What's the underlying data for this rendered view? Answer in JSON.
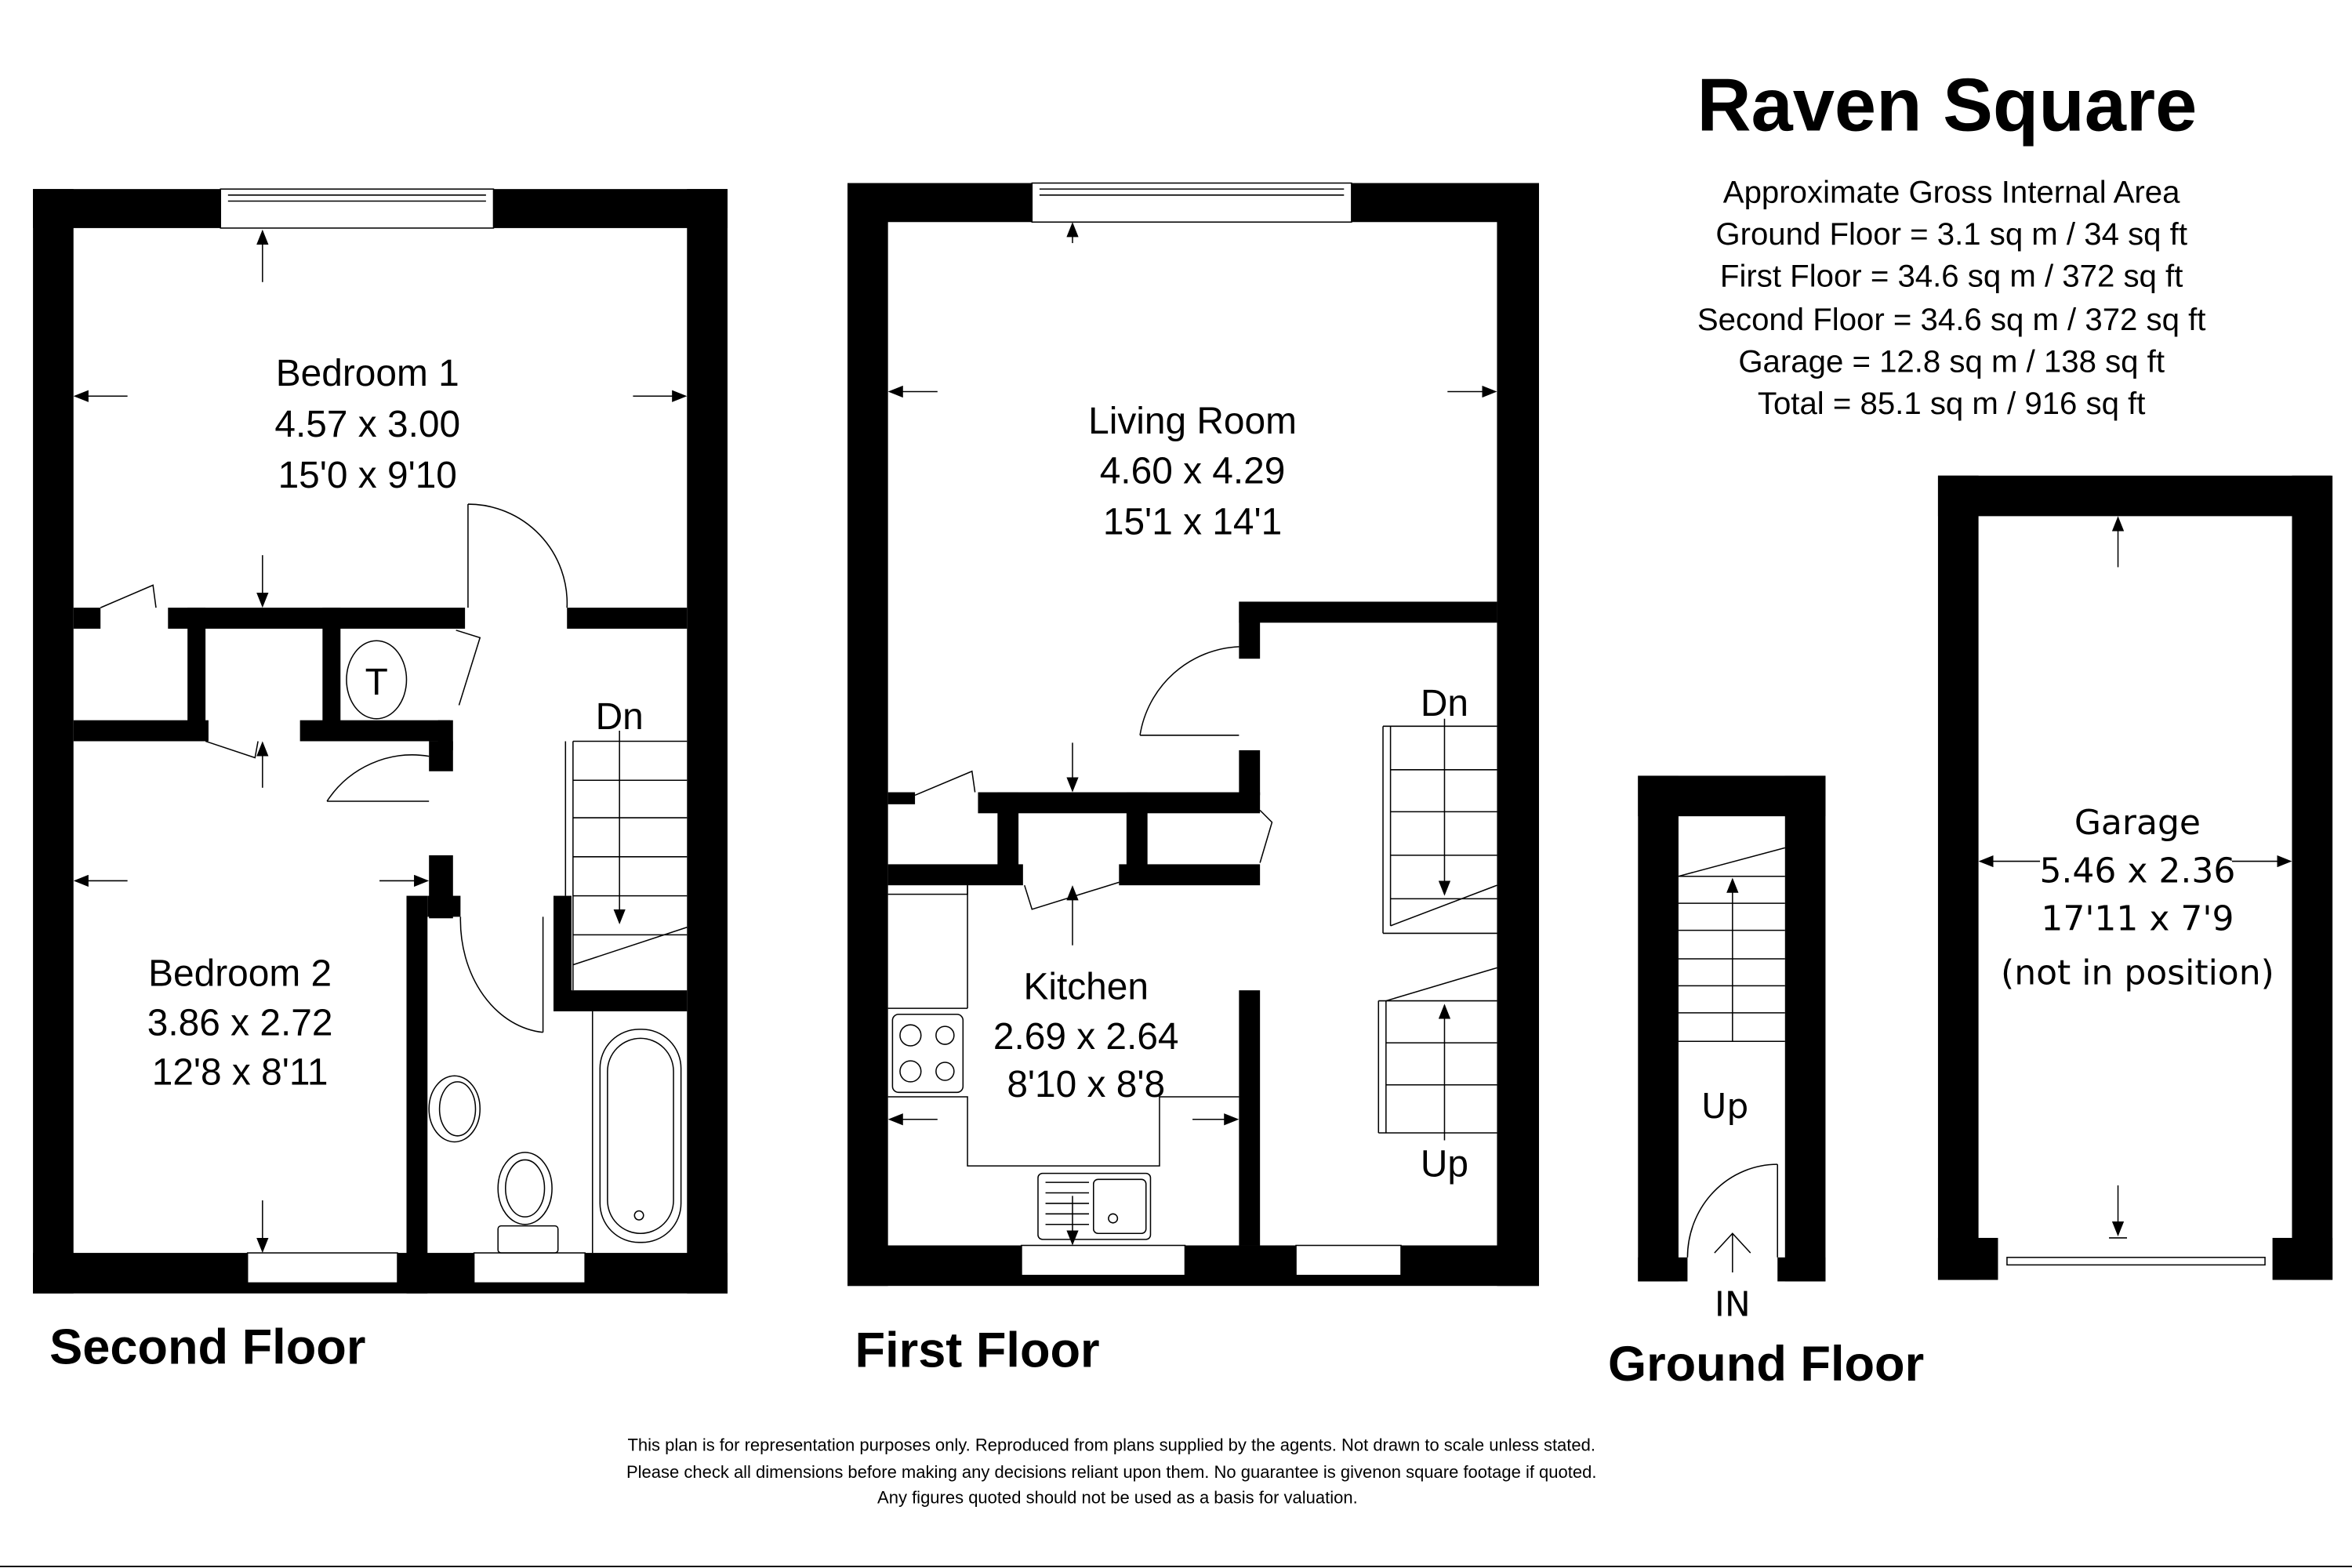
{
  "title": "Raven Square",
  "area_summary": {
    "heading": "Approximate Gross Internal Area",
    "lines": [
      "Ground Floor = 3.1 sq m / 34 sq ft",
      "First Floor = 34.6 sq m / 372 sq ft",
      "Second Floor = 34.6 sq m / 372 sq ft",
      "Garage = 12.8 sq m / 138 sq ft",
      "Total = 85.1 sq m / 916 sq ft"
    ]
  },
  "floors": {
    "second": {
      "label": "Second Floor",
      "rooms": {
        "bedroom1": {
          "name": "Bedroom 1",
          "metric": "4.57 x 3.00",
          "imperial": "15'0 x 9'10"
        },
        "bedroom2": {
          "name": "Bedroom 2",
          "metric": "3.86 x 2.72",
          "imperial": "12'8 x 8'11"
        }
      },
      "tank_symbol": "T",
      "stairs_label": "Dn"
    },
    "first": {
      "label": "First Floor",
      "rooms": {
        "living": {
          "name": "Living Room",
          "metric": "4.60 x 4.29",
          "imperial": "15'1 x 14'1"
        },
        "kitchen": {
          "name": "Kitchen",
          "metric": "2.69 x 2.64",
          "imperial": "8'10 x 8'8"
        }
      },
      "stairs_down_label": "Dn",
      "stairs_up_label": "Up"
    },
    "ground": {
      "label": "Ground Floor",
      "stairs_label": "Up",
      "entrance_label": "IN"
    },
    "garage": {
      "name": "Garage",
      "metric": "5.46 x 2.36",
      "imperial": "17'11 x 7'9",
      "note": "(not in position)"
    }
  },
  "disclaimer": [
    "This plan is for representation purposes only.  Reproduced from plans supplied by the agents.  Not drawn to scale unless stated.",
    "Please check all dimensions before making any decisions reliant upon them.  No guarantee is givenon square footage if quoted.",
    "Any figures quoted should not be used as a basis for valuation."
  ],
  "colors": {
    "walls": "#000000",
    "background": "#ffffff"
  }
}
